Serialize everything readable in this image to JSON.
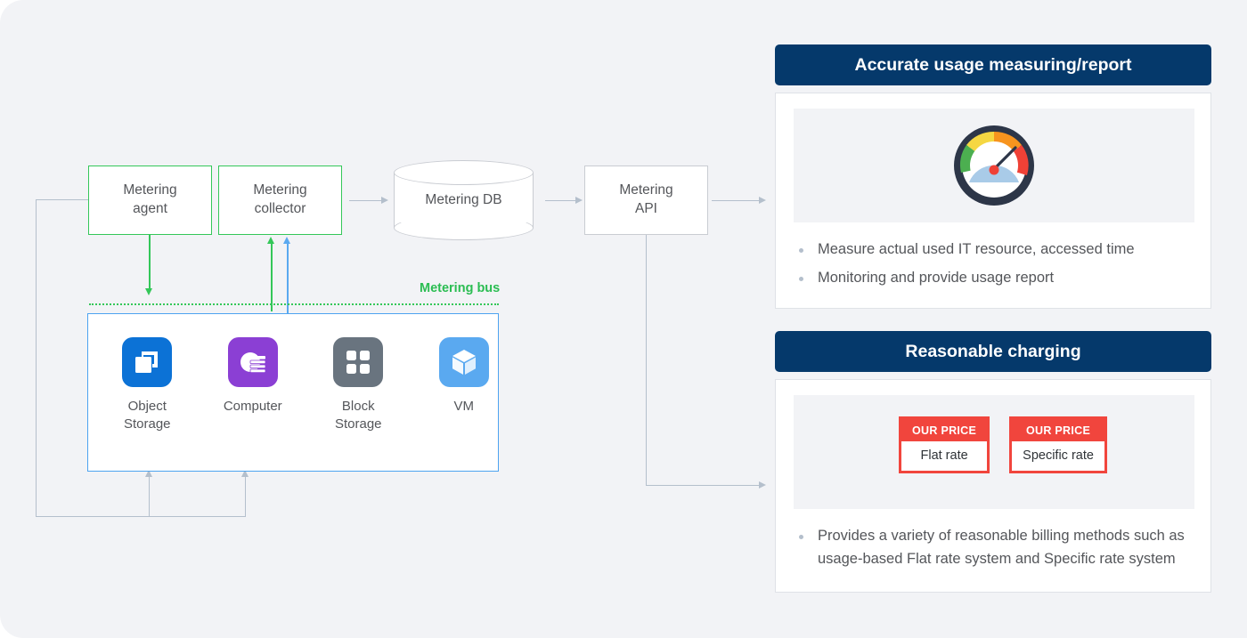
{
  "diagram": {
    "nodes": {
      "metering_agent": "Metering\nagent",
      "metering_agent_line1": "Metering",
      "metering_agent_line2": "agent",
      "metering_collector_line1": "Metering",
      "metering_collector_line2": "collector",
      "metering_db": "Metering DB",
      "metering_api_line1": "Metering",
      "metering_api_line2": "API"
    },
    "bus_label": "Metering bus",
    "services": [
      {
        "name": "Object\nStorage",
        "line1": "Object",
        "line2": "Storage",
        "icon": "object-storage-icon",
        "color": "#0c72d6"
      },
      {
        "name": "Computer",
        "line1": "Computer",
        "line2": "",
        "icon": "computer-icon",
        "color": "#8b3fd4"
      },
      {
        "name": "Block\nStorage",
        "line1": "Block",
        "line2": "Storage",
        "icon": "block-storage-icon",
        "color": "#69747f"
      },
      {
        "name": "VM",
        "line1": "VM",
        "line2": "",
        "icon": "vm-icon",
        "color": "#5aa9f0"
      }
    ]
  },
  "cards": [
    {
      "title": "Accurate usage measuring/report",
      "media_icon": "gauge-icon",
      "bullets": [
        "Measure actual used IT resource, accessed time",
        "Monitoring and provide usage report"
      ]
    },
    {
      "title": "Reasonable charging",
      "media_icon": "price-tags",
      "tags": [
        {
          "top": "OUR PRICE",
          "bottom": "Flat rate"
        },
        {
          "top": "OUR PRICE",
          "bottom": "Specific rate"
        }
      ],
      "bullets": [
        "Provides a variety of reasonable billing methods such as usage-based Flat rate system and Specific rate system"
      ]
    }
  ],
  "colors": {
    "background": "#f2f3f6",
    "header_navy": "#05396b",
    "green": "#34c759",
    "blue": "#4da3f0",
    "red": "#f1453d",
    "connector": "#b4bfcc",
    "text": "#54565a"
  }
}
